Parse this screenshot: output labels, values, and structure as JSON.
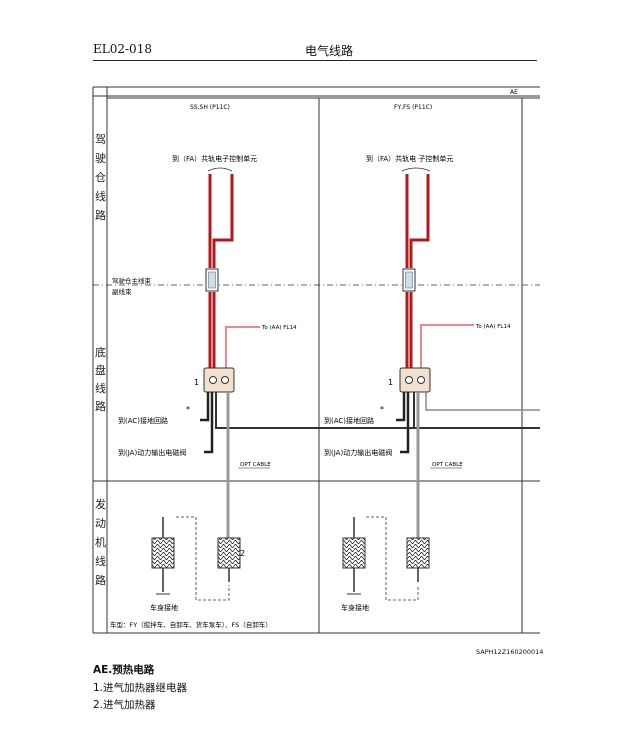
{
  "header": {
    "code": "EL02-018",
    "title": "电气线路"
  },
  "section_code": "AE",
  "columns": [
    {
      "title": "SS,SH (P11C)"
    },
    {
      "title": "FY,FS (P11C)"
    }
  ],
  "rows": [
    {
      "label": [
        "驾",
        "驶",
        "仓",
        "线",
        "路"
      ]
    },
    {
      "label": [
        "底",
        "盘",
        "线",
        "路"
      ]
    },
    {
      "label": [
        "发",
        "动",
        "机",
        "线",
        "路"
      ]
    }
  ],
  "diagram": {
    "dest_top_left": "到（FA）共轨电子控制单元",
    "dest_top_right": "到（FA）共轨电 子控制单元",
    "harness_label_1": "驾驶仓主线束",
    "harness_label_2": "副线束",
    "to_fl14": "To (AA) FL14",
    "ground_left": "到(AC)接地回路",
    "ground_right": "到(AC)接地回路",
    "valve_left": "到(JA)动力输出电磁阀",
    "valve_right": "到(JA)动力输出电磁阀",
    "opt_cable": "OPT CABLE",
    "chassis_ground": "车身接地",
    "relay_no": "1",
    "heater_no": "2",
    "note": "车型：FY（搅拌车、自卸车、货车泵车）、FS（自卸车）"
  },
  "reference_code": "SAPH12Z160200014",
  "caption": {
    "title": "AE.预热电路",
    "items": [
      "1.进气加热器继电器",
      "2.进气加热器"
    ]
  },
  "colors": {
    "wire_red": "#b2191d",
    "wire_pink": "#e88a8a",
    "wire_dark": "#222222",
    "wire_grey": "#999999"
  }
}
